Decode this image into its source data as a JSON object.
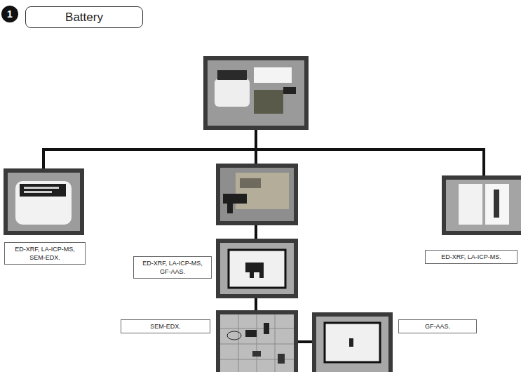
{
  "diagram": {
    "nodes": [
      {
        "text": [
          "1"
        ]
      },
      {
        "text": [
          "Battery"
        ]
      },
      {
        "text": [
          "ED-XRF, LA-ICP-MS, SEM-EDX."
        ]
      },
      {
        "text": [
          "ED-XRF, LA-ICP-MS, GF-AAS."
        ]
      },
      {
        "text": [
          "ED-XRF, LA-ICP-MS."
        ]
      },
      {
        "text": [
          "SEM-EDX."
        ]
      },
      {
        "text": [
          "GF-AAS."
        ]
      }
    ]
  }
}
